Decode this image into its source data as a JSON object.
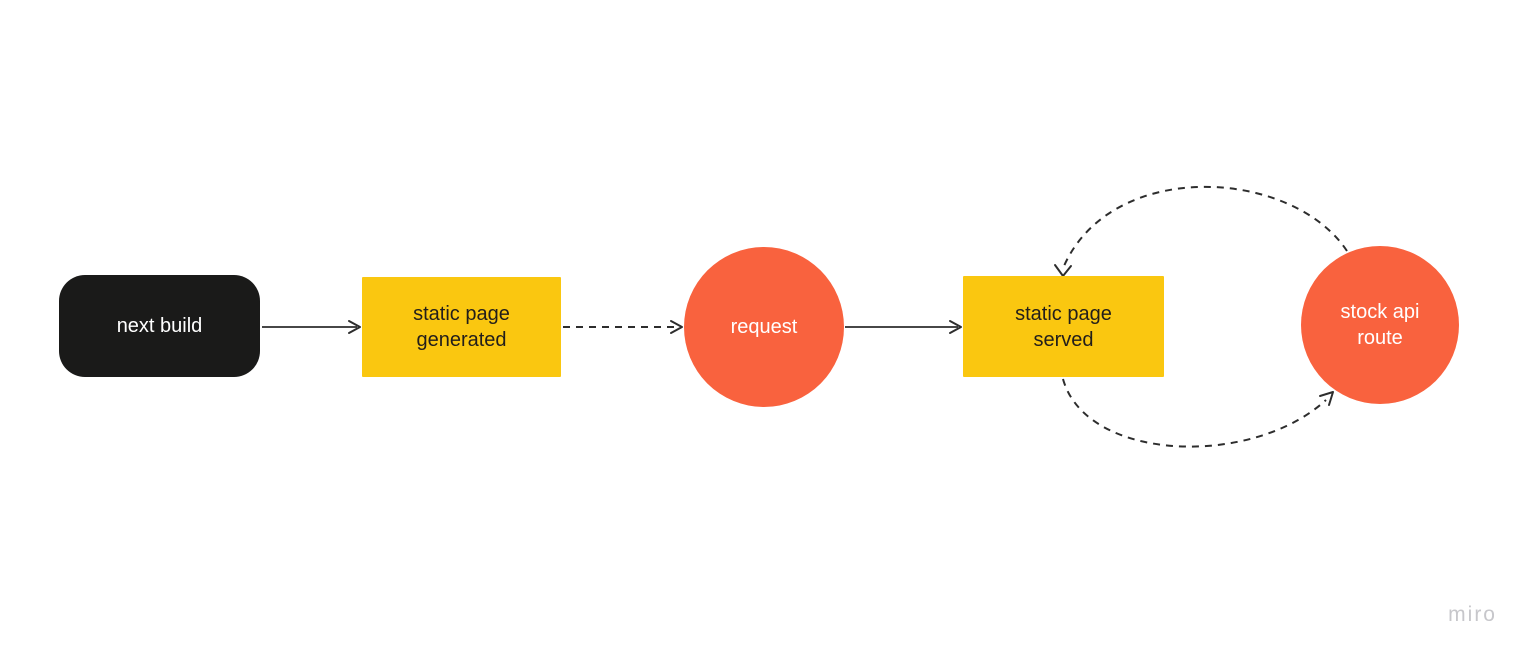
{
  "diagram": {
    "nodes": {
      "next_build": {
        "label": "next build",
        "shape": "rounded-rectangle",
        "fill": "#1A1A19",
        "text_color": "#FFFFFF"
      },
      "static_page_generated": {
        "line1": "static page",
        "line2": "generated",
        "shape": "rectangle",
        "fill": "#FAC710",
        "text_color": "#221E1B"
      },
      "request": {
        "label": "request",
        "shape": "circle",
        "fill": "#F9623E",
        "text_color": "#FFFFFF"
      },
      "static_page_served": {
        "line1": "static page",
        "line2": "served",
        "shape": "rectangle",
        "fill": "#FAC710",
        "text_color": "#221E1B"
      },
      "stock_api_route": {
        "line1": "stock api",
        "line2": "route",
        "shape": "circle",
        "fill": "#F9623E",
        "text_color": "#FFFFFF"
      }
    },
    "edges": [
      {
        "from": "next_build",
        "to": "static_page_generated",
        "style": "solid",
        "shape": "straight"
      },
      {
        "from": "static_page_generated",
        "to": "request",
        "style": "dashed",
        "shape": "straight"
      },
      {
        "from": "request",
        "to": "static_page_served",
        "style": "solid",
        "shape": "straight"
      },
      {
        "from": "stock_api_route",
        "to": "static_page_served",
        "style": "dashed",
        "shape": "curved-over-top"
      },
      {
        "from": "static_page_served",
        "to": "stock_api_route",
        "style": "dashed",
        "shape": "curved-under-bottom"
      }
    ],
    "colors": {
      "background": "#FFFFFF",
      "black_node": "#1A1A19",
      "yellow_node": "#FAC710",
      "orange_node": "#F9623E",
      "dark_text": "#221E1B",
      "light_text": "#FFFFFF",
      "connector": "#2D2D2D"
    }
  },
  "watermark": {
    "label": "miro",
    "color": "#C7C7CB"
  }
}
